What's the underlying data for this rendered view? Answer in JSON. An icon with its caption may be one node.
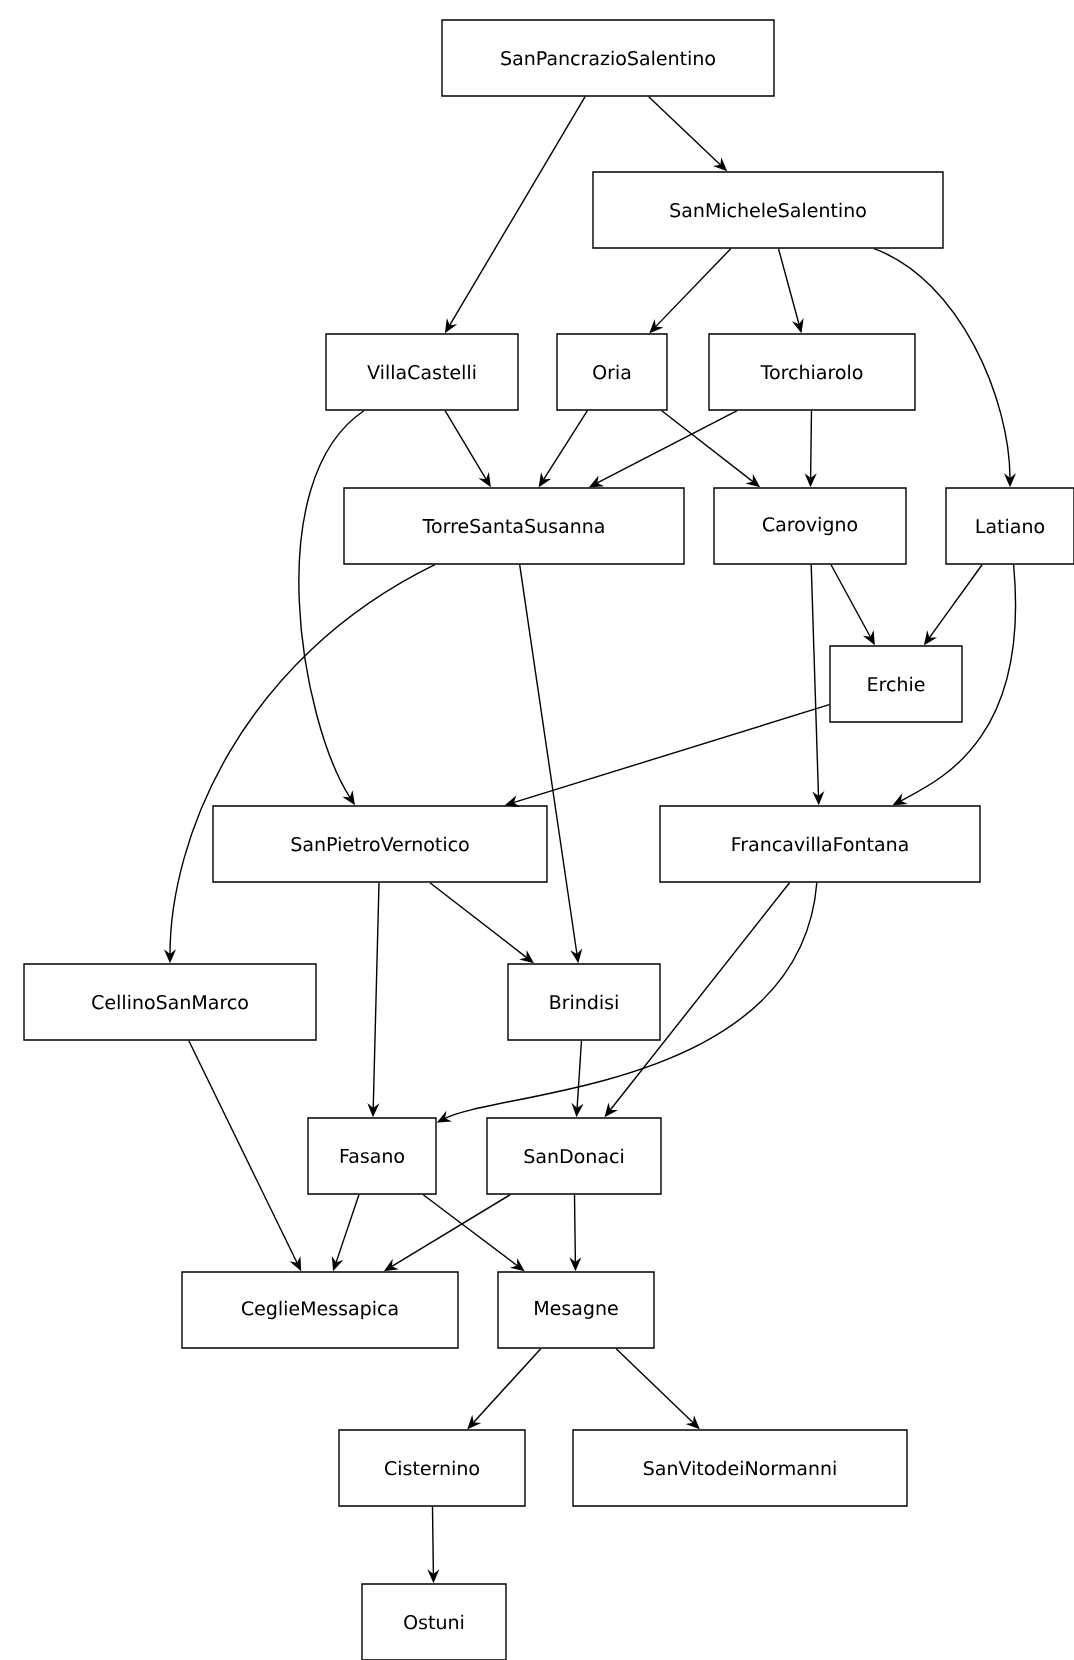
{
  "diagram": {
    "nodes": [
      {
        "text": [
          "SanPancrazioSalentino"
        ]
      },
      {
        "text": [
          "SanMicheleSalentino"
        ]
      },
      {
        "text": [
          "VillaCastelli"
        ]
      },
      {
        "text": [
          "Oria"
        ]
      },
      {
        "text": [
          "Torchiarolo"
        ]
      },
      {
        "text": [
          "TorreSantaSusanna"
        ]
      },
      {
        "text": [
          "Carovigno"
        ]
      },
      {
        "text": [
          "Latiano"
        ]
      },
      {
        "text": [
          "Erchie"
        ]
      },
      {
        "text": [
          "SanPietroVernotico"
        ]
      },
      {
        "text": [
          "FrancavillaFontana"
        ]
      },
      {
        "text": [
          "CellinoSanMarco"
        ]
      },
      {
        "text": [
          "Brindisi"
        ]
      },
      {
        "text": [
          "Fasano"
        ]
      },
      {
        "text": [
          "SanDonaci"
        ]
      },
      {
        "text": [
          "CeglieMessapica"
        ]
      },
      {
        "text": [
          "Mesagne"
        ]
      },
      {
        "text": [
          "Cisternino"
        ]
      },
      {
        "text": [
          "SanVitodeiNormanni"
        ]
      },
      {
        "text": [
          "Ostuni"
        ]
      }
    ],
    "edges": [
      {
        "from": 0,
        "to": 2,
        "arrow": "to"
      },
      {
        "from": 0,
        "to": 1,
        "arrow": "to"
      },
      {
        "from": 1,
        "to": 3,
        "arrow": "to"
      },
      {
        "from": 1,
        "to": 4,
        "arrow": "to"
      },
      {
        "from": 1,
        "to": 7,
        "arrow": "to"
      },
      {
        "from": 2,
        "to": 5,
        "arrow": "to"
      },
      {
        "from": 2,
        "to": 9,
        "arrow": "to"
      },
      {
        "from": 3,
        "to": 5,
        "arrow": "to"
      },
      {
        "from": 3,
        "to": 6,
        "arrow": "to"
      },
      {
        "from": 4,
        "to": 5,
        "arrow": "to"
      },
      {
        "from": 4,
        "to": 6,
        "arrow": "to"
      },
      {
        "from": 5,
        "to": 11,
        "arrow": "to"
      },
      {
        "from": 5,
        "to": 12,
        "arrow": "to"
      },
      {
        "from": 6,
        "to": 8,
        "arrow": "to"
      },
      {
        "from": 6,
        "to": 10,
        "arrow": "to"
      },
      {
        "from": 7,
        "to": 8,
        "arrow": "to"
      },
      {
        "from": 7,
        "to": 10,
        "arrow": "to"
      },
      {
        "from": 8,
        "to": 9,
        "arrow": "to"
      },
      {
        "from": 9,
        "to": 13,
        "arrow": "to"
      },
      {
        "from": 9,
        "to": 12,
        "arrow": "to"
      },
      {
        "from": 10,
        "to": 13,
        "arrow": "to"
      },
      {
        "from": 10,
        "to": 14,
        "arrow": "to"
      },
      {
        "from": 12,
        "to": 14,
        "arrow": "to"
      },
      {
        "from": 11,
        "to": 15,
        "arrow": "to"
      },
      {
        "from": 13,
        "to": 15,
        "arrow": "to"
      },
      {
        "from": 13,
        "to": 16,
        "arrow": "to"
      },
      {
        "from": 14,
        "to": 15,
        "arrow": "to"
      },
      {
        "from": 14,
        "to": 16,
        "arrow": "to"
      },
      {
        "from": 16,
        "to": 17,
        "arrow": "to"
      },
      {
        "from": 16,
        "to": 18,
        "arrow": "to"
      },
      {
        "from": 17,
        "to": 19,
        "arrow": "to"
      }
    ]
  }
}
